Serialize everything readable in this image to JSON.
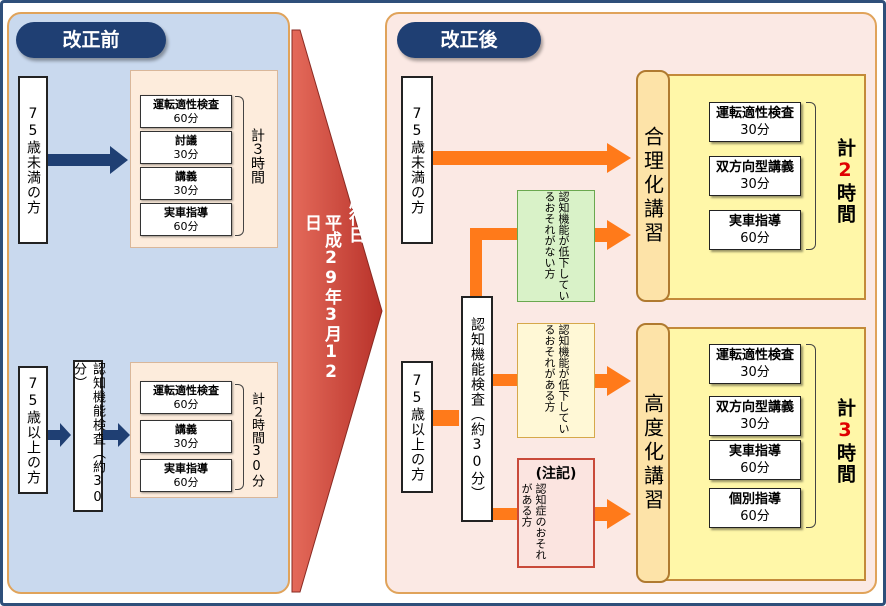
{
  "before": {
    "title": "改正前",
    "under75": {
      "label": "75歳未満の方",
      "items": [
        {
          "name": "運転適性検査",
          "time": "60分"
        },
        {
          "name": "討議",
          "time": "30分"
        },
        {
          "name": "講義",
          "time": "30分"
        },
        {
          "name": "実車指導",
          "time": "60分"
        }
      ],
      "total": "計３時間"
    },
    "over75": {
      "label": "75歳以上の方",
      "check": "認知機能検査（約30分）",
      "items": [
        {
          "name": "運転適性検査",
          "time": "60分"
        },
        {
          "name": "講義",
          "time": "30分"
        },
        {
          "name": "実車指導",
          "time": "60分"
        }
      ],
      "total": "計２時間30分"
    }
  },
  "transition": {
    "date": "平成29年3月12日",
    "label": "施行日"
  },
  "after": {
    "title": "改正後",
    "under75_label": "75歳未満の方",
    "over75_label": "75歳以上の方",
    "check": "認知機能検査（約30分）",
    "conditions": {
      "no_decline": "認知機能が低下しているおそれがない方",
      "decline": "認知機能が低下しているおそれがある方",
      "note_label": "(注記)",
      "dementia": "認知症のおそれがある方"
    },
    "rational": {
      "label": "合理化講習",
      "items": [
        {
          "name": "運転適性検査",
          "time": "30分"
        },
        {
          "name": "双方向型講義",
          "time": "30分"
        },
        {
          "name": "実車指導",
          "time": "60分"
        }
      ],
      "total_prefix": "計",
      "total_number": "2",
      "total_suffix": "時間"
    },
    "advanced": {
      "label": "高度化講習",
      "items": [
        {
          "name": "運転適性検査",
          "time": "30分"
        },
        {
          "name": "双方向型講義",
          "time": "30分"
        },
        {
          "name": "実車指導",
          "time": "60分"
        },
        {
          "name": "個別指導",
          "time": "60分"
        }
      ],
      "total_prefix": "計",
      "total_number": "3",
      "total_suffix": "時間"
    }
  },
  "colors": {
    "navy": "#1f3f73",
    "arrow_orange": "#ff7a1a",
    "chevron_red": "#c0392b",
    "highlight_red": "#e00000"
  }
}
